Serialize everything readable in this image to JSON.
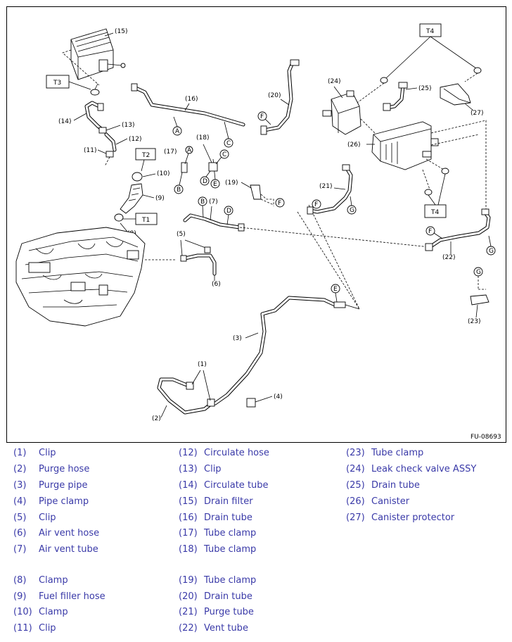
{
  "figure_code": "FU-08693",
  "tightening_labels": {
    "t1": "T1",
    "t2": "T2",
    "t3": "T3",
    "t4": "T4"
  },
  "connector_letters": [
    "A",
    "B",
    "C",
    "D",
    "E",
    "F",
    "G"
  ],
  "callouts": {
    "c1": "(1)",
    "c2": "(2)",
    "c3": "(3)",
    "c4": "(4)",
    "c5": "(5)",
    "c6": "(6)",
    "c7": "(7)",
    "c8": "(8)",
    "c9": "(9)",
    "c10": "(10)",
    "c11": "(11)",
    "c12": "(12)",
    "c13": "(13)",
    "c14": "(14)",
    "c15": "(15)",
    "c16": "(16)",
    "c17": "(17)",
    "c18": "(18)",
    "c19": "(19)",
    "c20": "(20)",
    "c21": "(21)",
    "c22": "(22)",
    "c23": "(23)",
    "c24": "(24)",
    "c25": "(25)",
    "c26": "(26)",
    "c27": "(27)"
  },
  "legend": {
    "col1": [
      {
        "num": "(1)",
        "name": "Clip"
      },
      {
        "num": "(2)",
        "name": "Purge hose"
      },
      {
        "num": "(3)",
        "name": "Purge pipe"
      },
      {
        "num": "(4)",
        "name": "Pipe clamp"
      },
      {
        "num": "(5)",
        "name": "Clip"
      },
      {
        "num": "(6)",
        "name": "Air vent hose"
      },
      {
        "num": "(7)",
        "name": "Air vent tube"
      },
      {
        "num": "(8)",
        "name": "Clamp"
      },
      {
        "num": "(9)",
        "name": "Fuel filler hose"
      },
      {
        "num": "(10)",
        "name": "Clamp"
      },
      {
        "num": "(11)",
        "name": "Clip"
      }
    ],
    "col2": [
      {
        "num": "(12)",
        "name": "Circulate hose"
      },
      {
        "num": "(13)",
        "name": "Clip"
      },
      {
        "num": "(14)",
        "name": "Circulate tube"
      },
      {
        "num": "(15)",
        "name": "Drain filter"
      },
      {
        "num": "(16)",
        "name": "Drain tube"
      },
      {
        "num": "(17)",
        "name": "Tube clamp"
      },
      {
        "num": "(18)",
        "name": "Tube clamp"
      },
      {
        "num": "(19)",
        "name": "Tube clamp"
      },
      {
        "num": "(20)",
        "name": "Drain tube"
      },
      {
        "num": "(21)",
        "name": "Purge tube"
      },
      {
        "num": "(22)",
        "name": "Vent tube"
      }
    ],
    "col3": [
      {
        "num": "(23)",
        "name": "Tube clamp"
      },
      {
        "num": "(24)",
        "name": "Leak check valve ASSY"
      },
      {
        "num": "(25)",
        "name": "Drain tube"
      },
      {
        "num": "(26)",
        "name": "Canister"
      },
      {
        "num": "(27)",
        "name": "Canister protector"
      }
    ]
  }
}
